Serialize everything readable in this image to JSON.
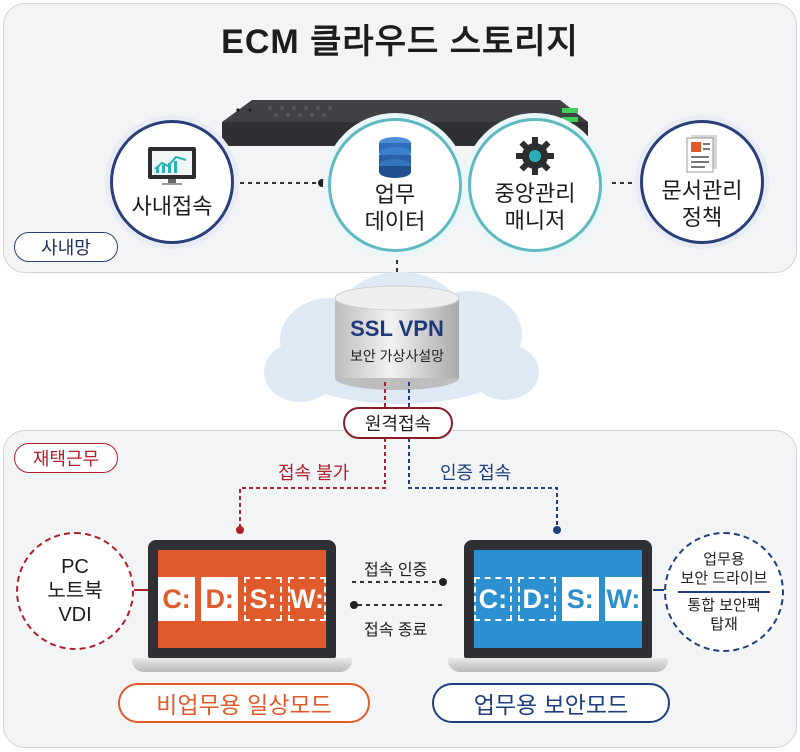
{
  "title": "ECM 클라우드 스토리지",
  "top_section": {
    "network_tag": "사내망",
    "nodes": {
      "office_access": "사내접속",
      "business_data": [
        "업무",
        "데이터"
      ],
      "central_manager": [
        "중앙관리",
        "매니저"
      ],
      "doc_policy": [
        "문서관리",
        "정책"
      ]
    }
  },
  "vpn": {
    "title": "SSL VPN",
    "subtitle": "보안 가상사설망",
    "remote_tag": "원격접속"
  },
  "bottom_section": {
    "section_tag": "재택근무",
    "paths": {
      "denied": "접속 불가",
      "authorized": "인증 접속"
    },
    "device_circle": [
      "PC",
      "노트북",
      "VDI"
    ],
    "secure_circle": [
      "업무용",
      "보안 드라이브",
      "통합 보안팩",
      "탑재"
    ],
    "laptop_left": {
      "drives": [
        "C:",
        "D:",
        "S:",
        "W:"
      ],
      "mode_label": "비업무용 일상모드"
    },
    "laptop_right": {
      "drives": [
        "C:",
        "D:",
        "S:",
        "W:"
      ],
      "mode_label": "업무용 보안모드"
    },
    "connect_auth": "접속 인증",
    "connect_end": "접속 종료"
  },
  "colors": {
    "teal": "#5fb9c0",
    "navy": "#2a3f7a",
    "red": "#b0212c",
    "orange": "#e05a2c",
    "blue": "#2c8fd0",
    "panel": "#f3f4f6"
  },
  "icons": {
    "office_access": "monitor-chart-icon",
    "business_data": "database-icon",
    "central_manager": "gear-icon",
    "doc_policy": "document-icon",
    "top_device": "server-icon"
  }
}
